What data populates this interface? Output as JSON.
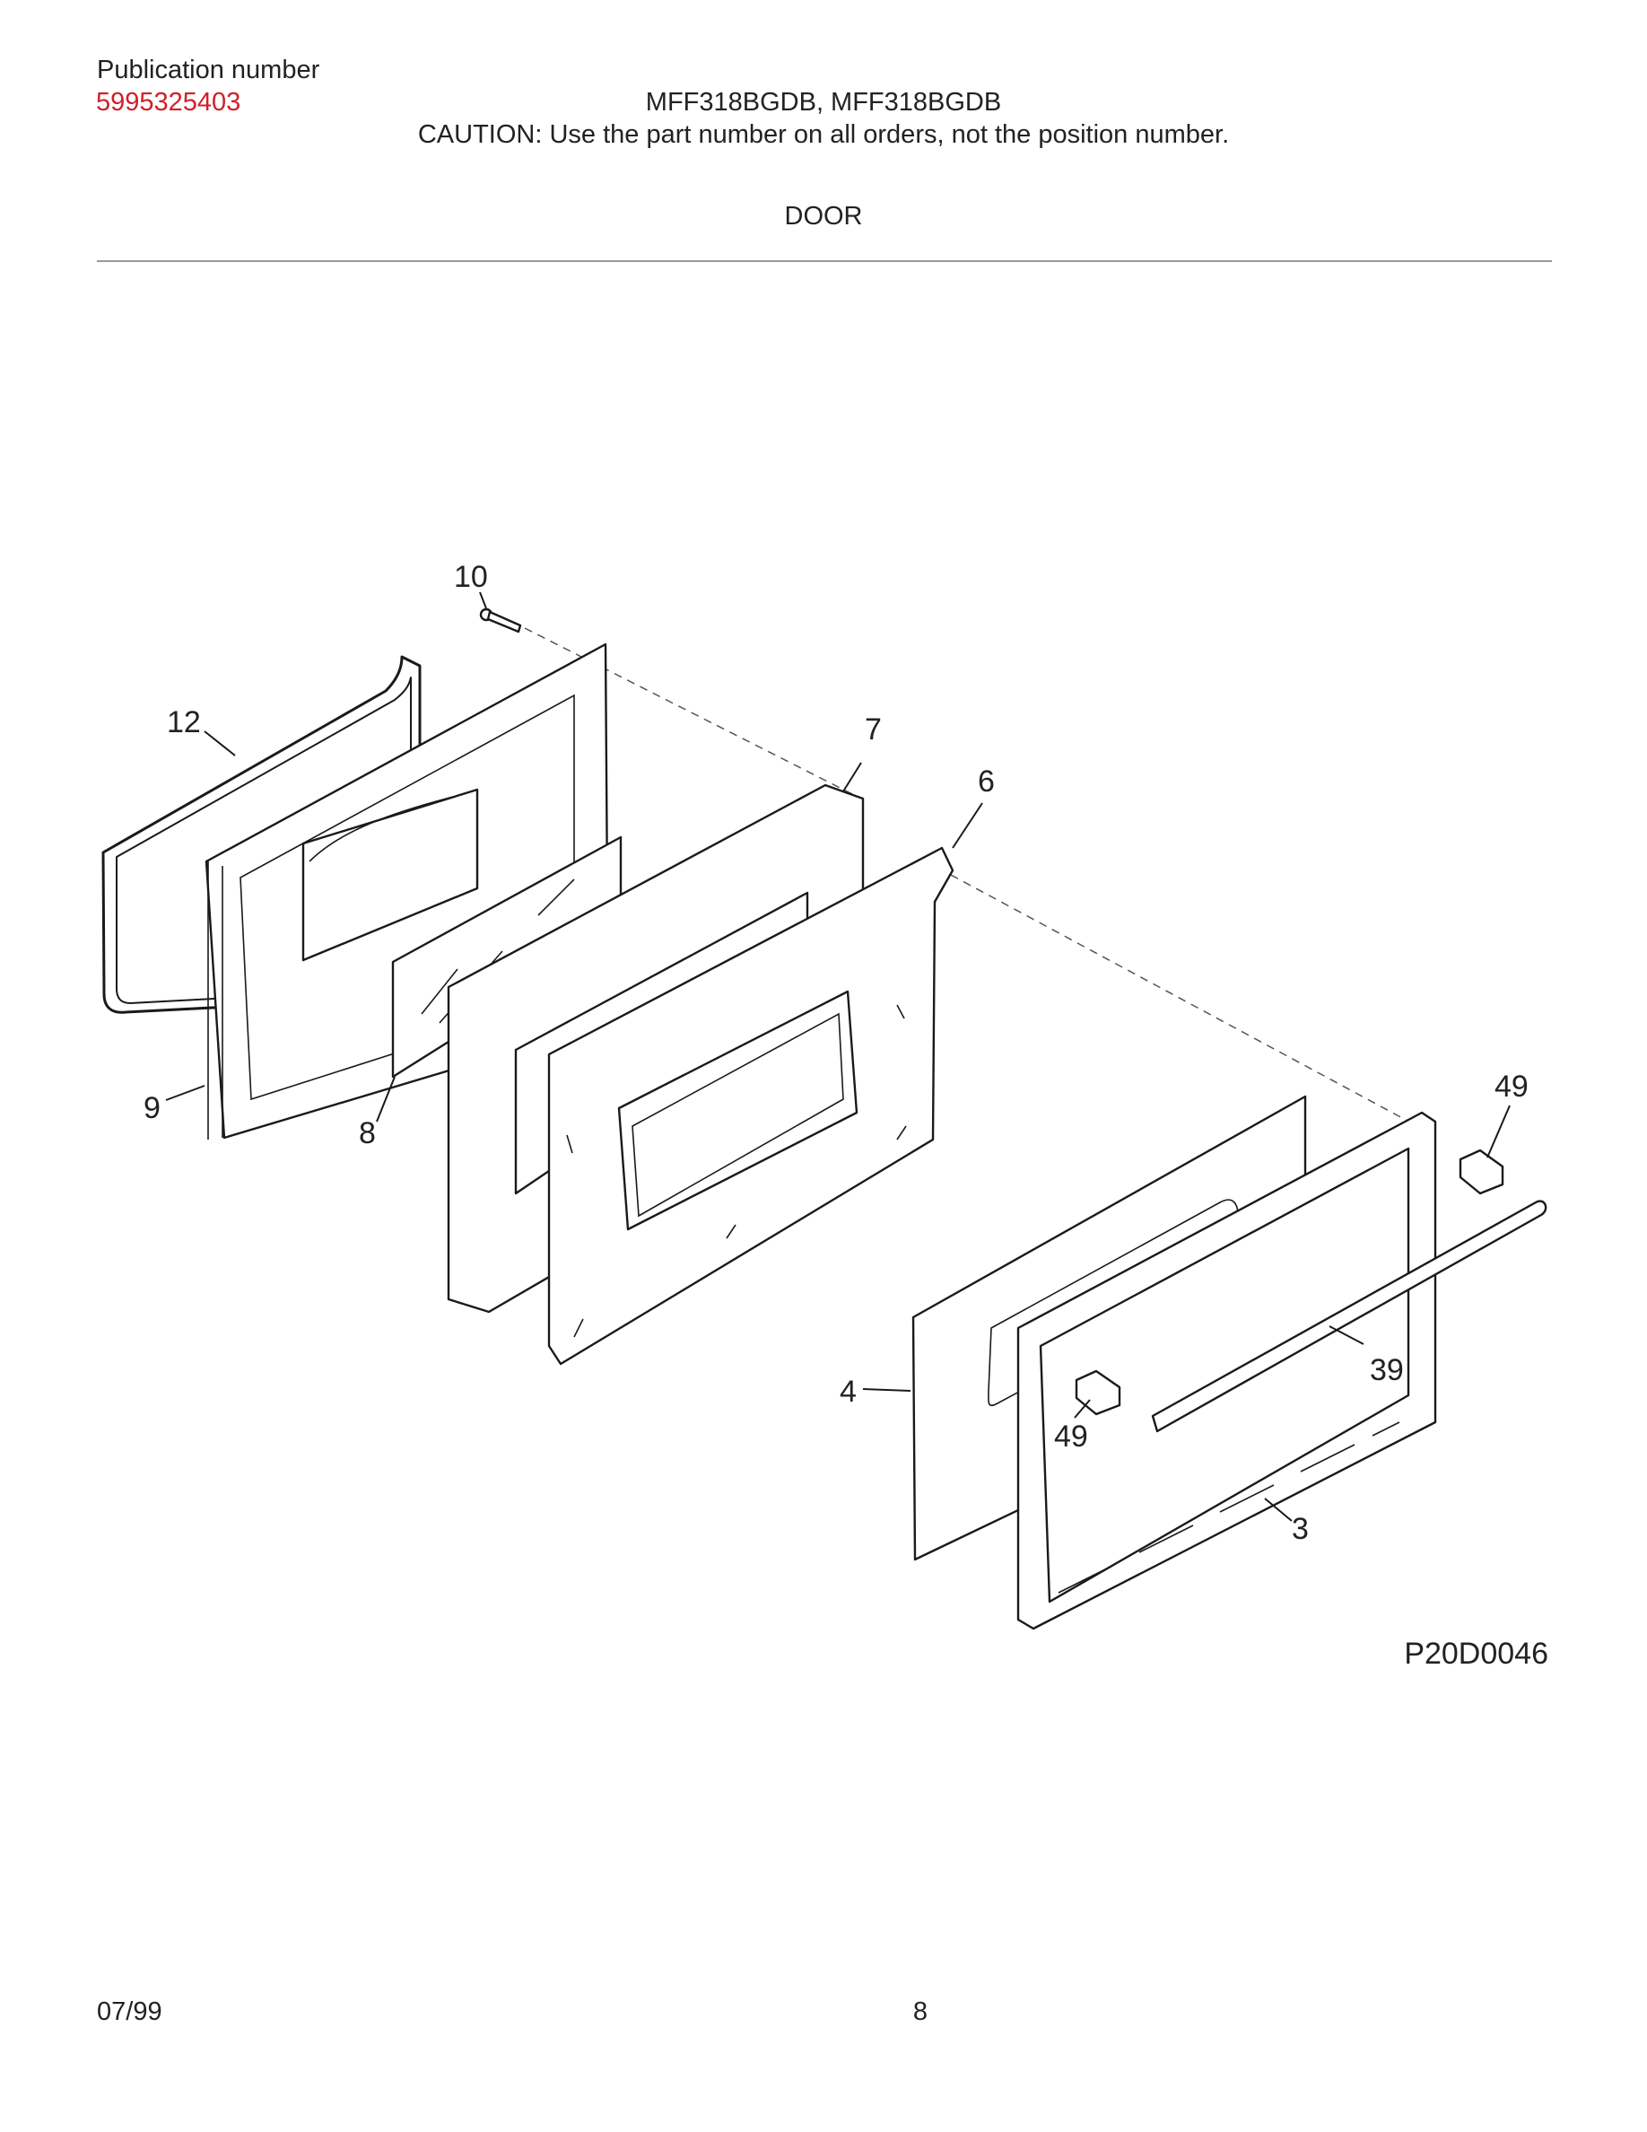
{
  "header": {
    "publication_label": "Publication number",
    "publication_number": "5995325403",
    "models": "MFF318BGDB, MFF318BGDB",
    "caution": "CAUTION:  Use the part number on all orders, not the position number.",
    "section_title": "DOOR"
  },
  "diagram": {
    "figure_id": "P20D0046",
    "callouts": {
      "c10": "10",
      "c12": "12",
      "c7": "7",
      "c6": "6",
      "c9": "9",
      "c8": "8",
      "c49a": "49",
      "c39": "39",
      "c4": "4",
      "c49b": "49",
      "c3": "3"
    }
  },
  "footer": {
    "date": "07/99",
    "page_number": "8"
  }
}
